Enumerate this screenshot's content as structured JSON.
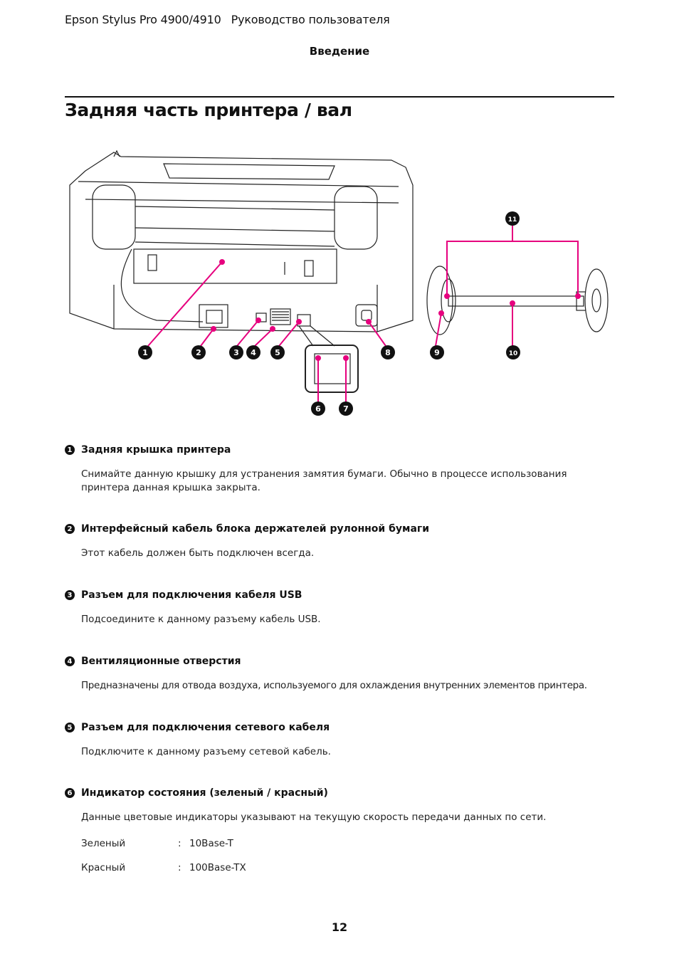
{
  "header": {
    "product": "Epson Stylus Pro 4900/4910",
    "doc": "Руководство пользователя",
    "section": "Введение"
  },
  "title": "Задняя часть принтера / вал",
  "callouts": [
    "1",
    "2",
    "3",
    "4",
    "5",
    "6",
    "7",
    "8",
    "9",
    "10",
    "11"
  ],
  "items": [
    {
      "num": "1",
      "title": "Задняя крышка принтера",
      "desc": "Снимайте данную крышку для устранения замятия бумаги. Обычно в процессе использования принтера данная крышка закрыта."
    },
    {
      "num": "2",
      "title": "Интерфейсный кабель блока держателей рулонной бумаги",
      "desc": "Этот кабель должен быть подключен всегда."
    },
    {
      "num": "3",
      "title": "Разъем для подключения кабеля USB",
      "desc": "Подсоедините к данному разъему кабель USB."
    },
    {
      "num": "4",
      "title": "Вентиляционные отверстия",
      "desc": "Предназначены для отвода воздуха, используемого для охлаждения внутренних элементов принтера."
    },
    {
      "num": "5",
      "title": "Разъем для подключения сетевого кабеля",
      "desc": "Подключите к данному разъему сетевой кабель."
    },
    {
      "num": "6",
      "title": "Индикатор состояния (зеленый / красный)",
      "desc": "Данные цветовые индикаторы указывают на текущую скорость передачи данных по сети."
    }
  ],
  "status_table": [
    {
      "label": "Зеленый",
      "sep": ":",
      "value": "10Base-T"
    },
    {
      "label": "Красный",
      "sep": ":",
      "value": "100Base-TX"
    }
  ],
  "page_number": "12",
  "colors": {
    "callout_line": "#e6007e",
    "text": "#111111"
  }
}
